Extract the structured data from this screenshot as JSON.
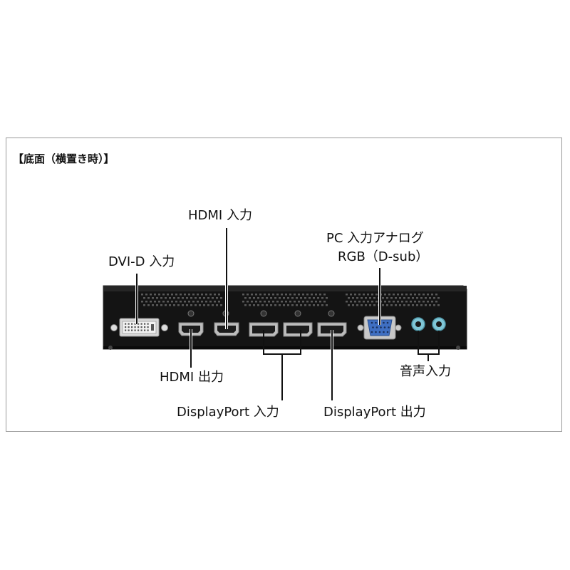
{
  "heading": "【底面（横置き時）】",
  "labels": {
    "hdmi_in": "HDMI 入力",
    "pc_in_line1": "PC 入力アナログ",
    "pc_in_line2": "RGB（D-sub）",
    "dvi_in": "DVI-D 入力",
    "hdmi_out": "HDMI 出力",
    "audio_in": "音声入力",
    "dp_in": "DisplayPort 入力",
    "dp_out": "DisplayPort 出力"
  },
  "colors": {
    "panel": "#151515",
    "port_metal": "#cfcfcf",
    "audio_jack": "#7fc6d6",
    "vga_blue": "#3f6fc2",
    "leader_line": "#111111",
    "frame_border": "#9a9a9a"
  }
}
